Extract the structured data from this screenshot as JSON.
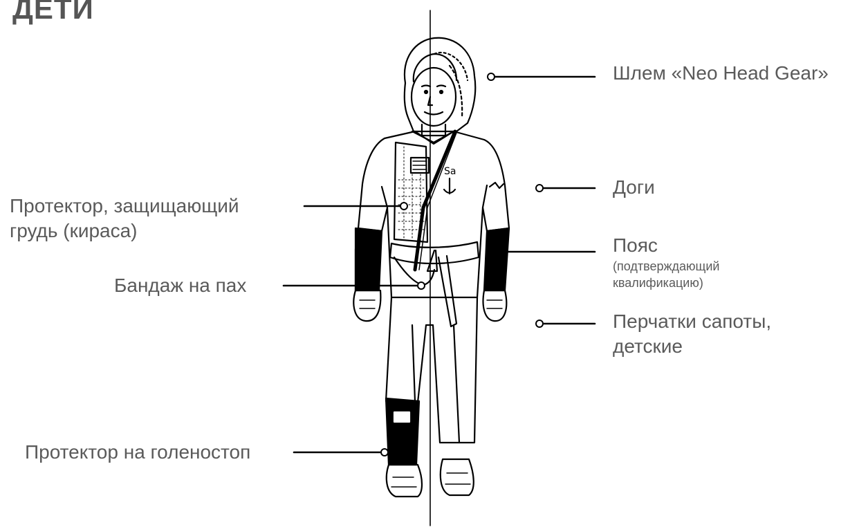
{
  "title": "ДЕТИ",
  "labels": {
    "helmet": "Шлем «Neo Head Gear»",
    "dogi": "Доги",
    "belt": "Пояс",
    "belt_note_1": "(подтверждающий",
    "belt_note_2": "квалификацию)",
    "gloves_1": "Перчатки сапоты,",
    "gloves_2": "детские",
    "chest_1": "Протектор, защищающий",
    "chest_2": "грудь (кираса)",
    "groin": "Бандаж на пах",
    "shin": "Протектор на голеностоп"
  },
  "colors": {
    "text": "#5a5a5a",
    "line": "#000000",
    "background": "#ffffff"
  }
}
